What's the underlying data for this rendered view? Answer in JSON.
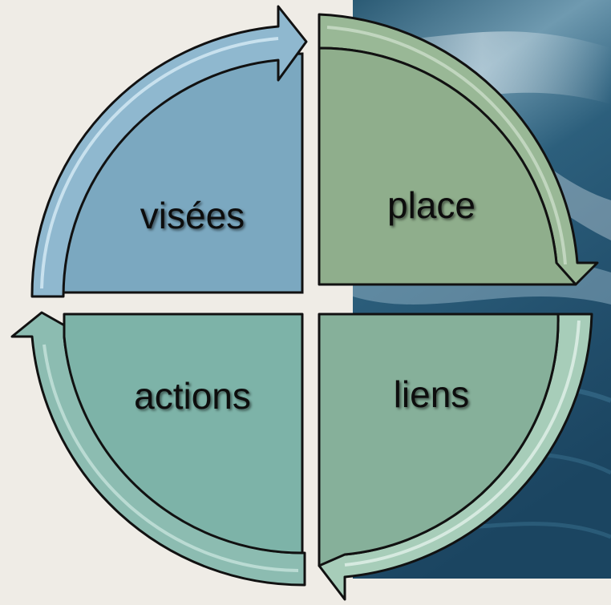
{
  "diagram": {
    "type": "cycle",
    "direction": "clockwise",
    "quadrants": [
      {
        "id": "tl",
        "label": "visées",
        "fill": "#7ba8c0",
        "arrow_fill": "#8fb8cf"
      },
      {
        "id": "tr",
        "label": "place",
        "fill": "#8fae8c",
        "arrow_fill": "#99b896"
      },
      {
        "id": "br",
        "label": "liens",
        "fill": "#86b09a",
        "arrow_fill": "#a7cdb9"
      },
      {
        "id": "bl",
        "label": "actions",
        "fill": "#7db3a8",
        "arrow_fill": "#8cbcb1"
      }
    ],
    "background": {
      "page": "#efece6",
      "photo": "ocean wave",
      "photo_colors": [
        "#1a4660",
        "#2f6d8c",
        "#6b98b0"
      ]
    }
  }
}
